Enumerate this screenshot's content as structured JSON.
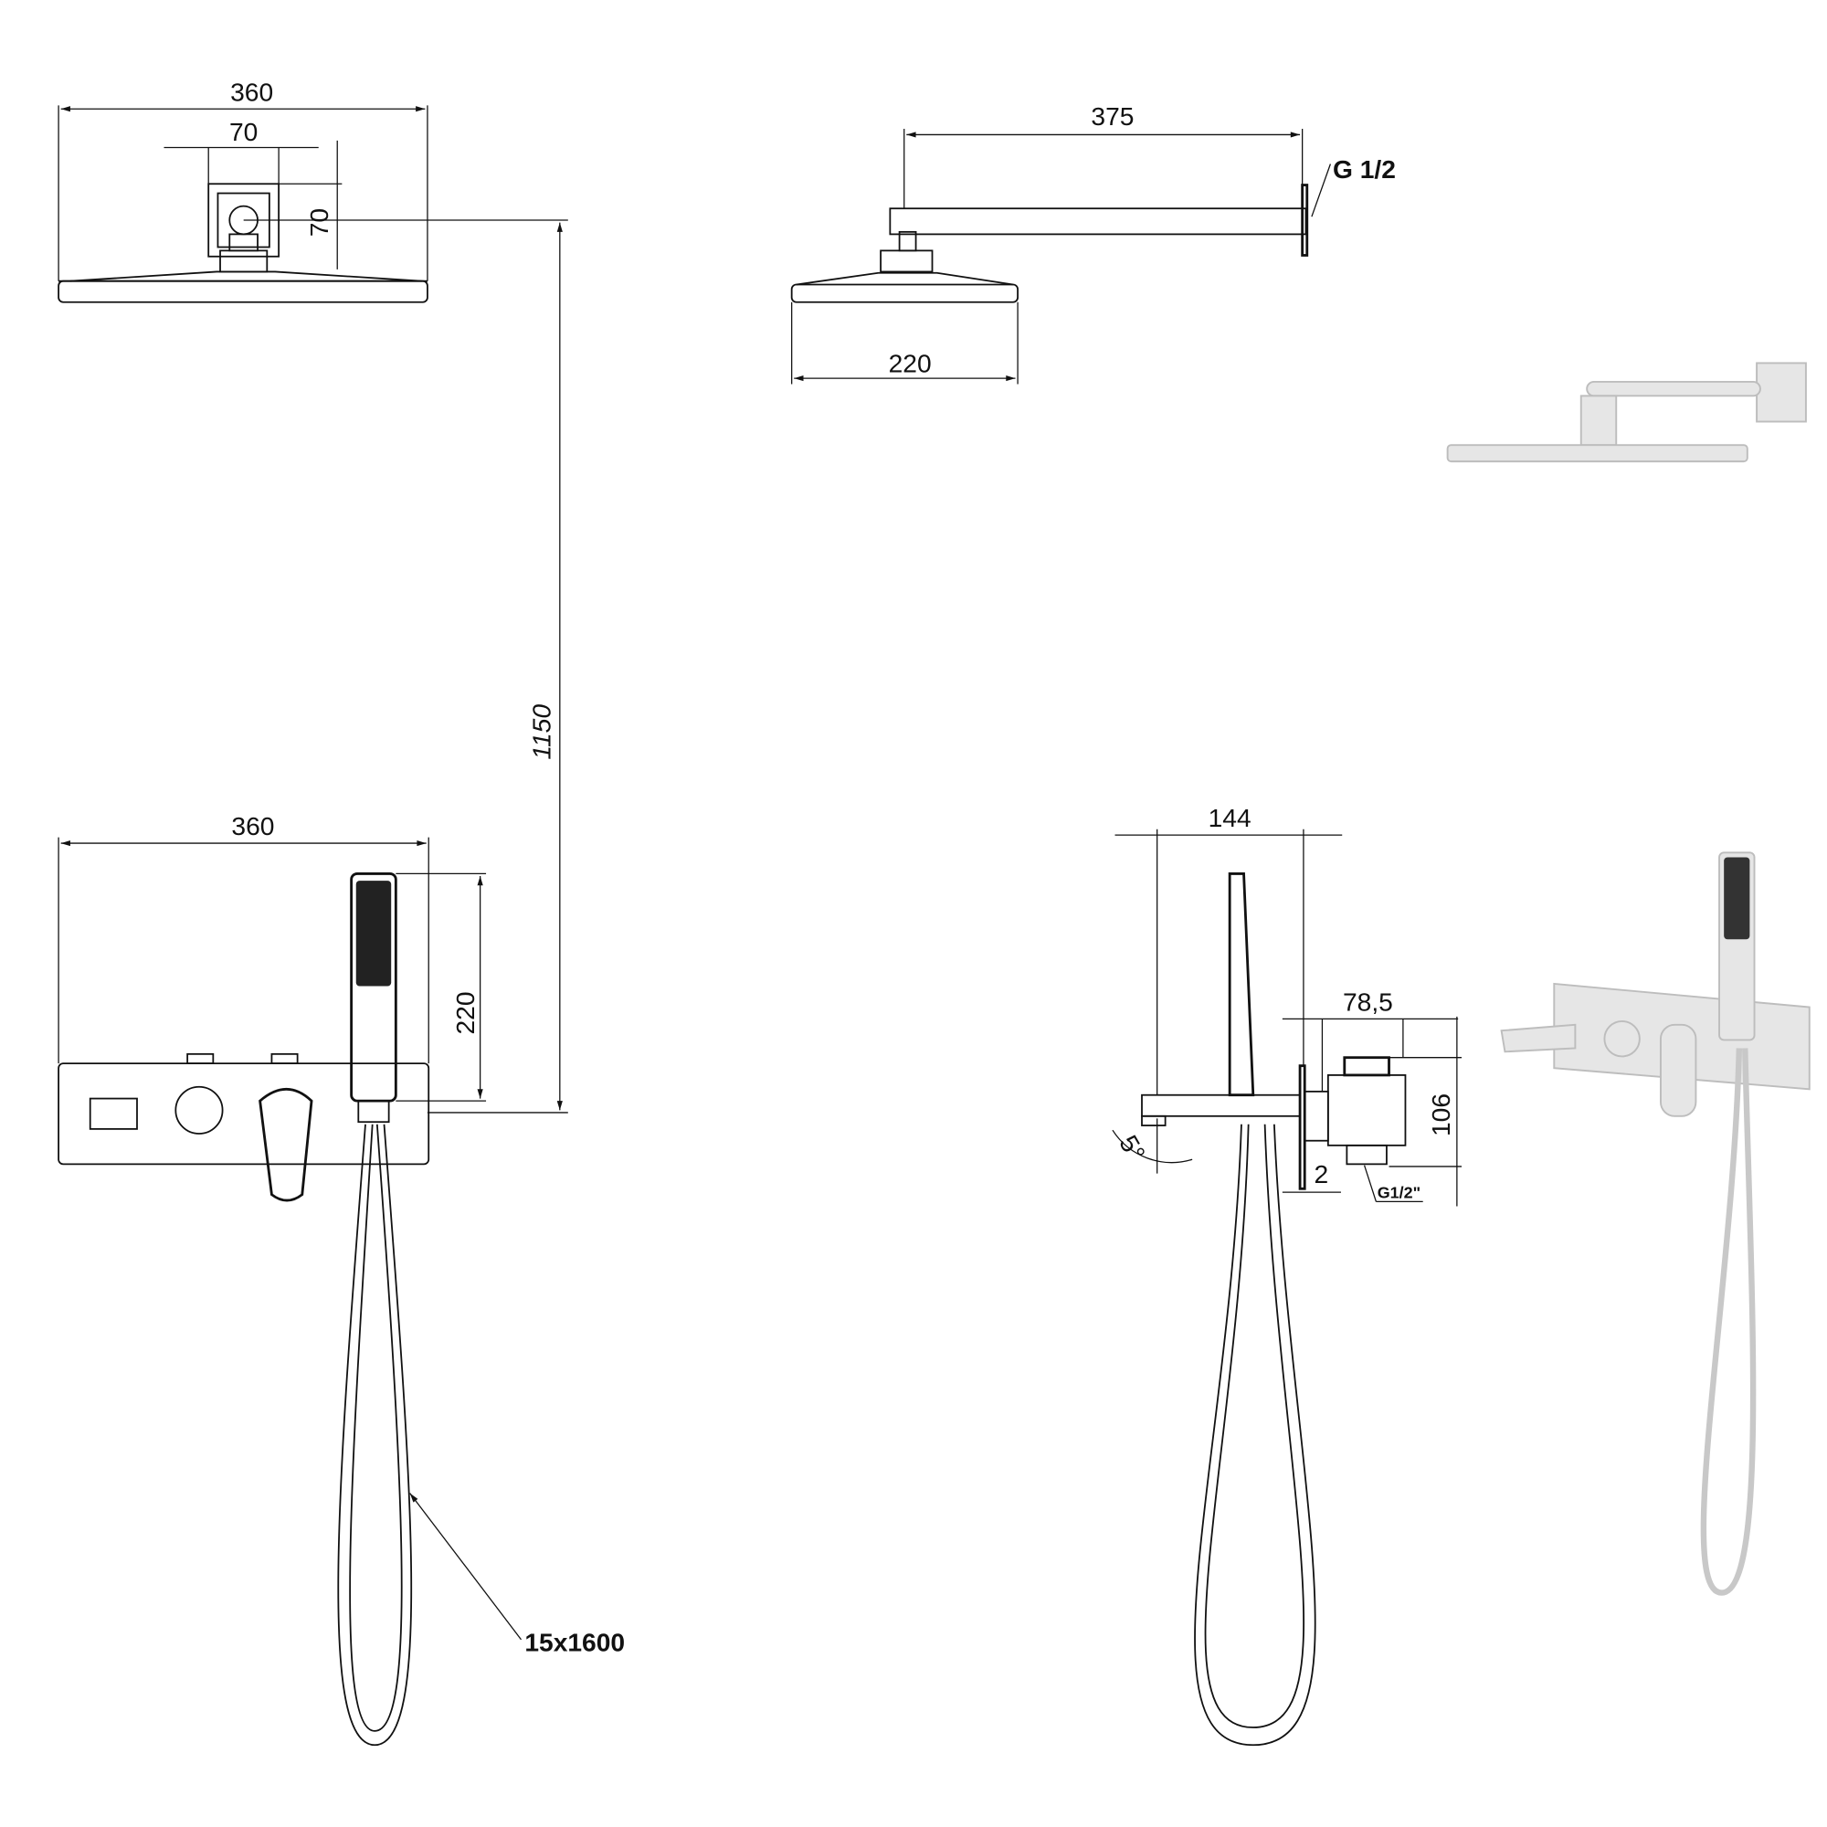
{
  "drawing": {
    "front_view_shower_head": {
      "width_dim": "360",
      "flange_width_dim": "70",
      "flange_height_dim": "70"
    },
    "height_dim": "1150",
    "side_view_shower_arm": {
      "arm_length_dim": "375",
      "thread_label": "G 1/2",
      "head_width_dim": "220"
    },
    "front_view_mixer": {
      "plate_width_dim": "360",
      "hand_shower_height_dim": "220",
      "hose_label": "15x1600"
    },
    "side_view_mixer": {
      "hand_shower_depth_dim": "144",
      "body_depth_dim": "78,5",
      "body_height_dim": "106",
      "spout_angle_dim": "5°",
      "plate_offset_dim": "2",
      "inlet_thread_label": "G1/2\""
    }
  },
  "colors": {
    "line": "#111111",
    "photo_chrome": "#e6e6e6"
  }
}
